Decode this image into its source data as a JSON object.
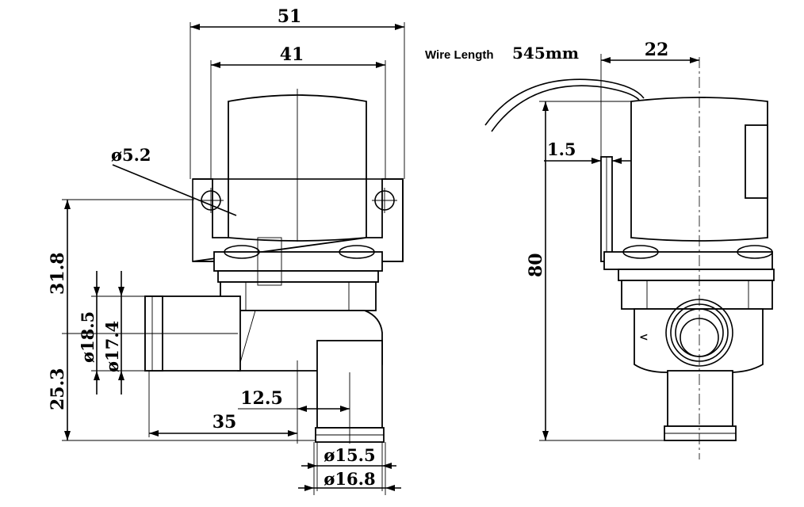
{
  "labels": {
    "width_51": "51",
    "width_41": "41",
    "hole_dia": "ø5.2",
    "height_31_8": "31.8",
    "dia_18_5": "ø18.5",
    "dia_17_4": "ø17.4",
    "height_25_3": "25.3",
    "offset_12_5": "12.5",
    "offset_35": "35",
    "dia_15_5": "ø15.5",
    "dia_16_8": "ø16.8",
    "wire_length_label": "Wire Length",
    "wire_length_value": "545mm",
    "width_22": "22",
    "thickness_1_5": "1.5",
    "height_80": "80"
  }
}
